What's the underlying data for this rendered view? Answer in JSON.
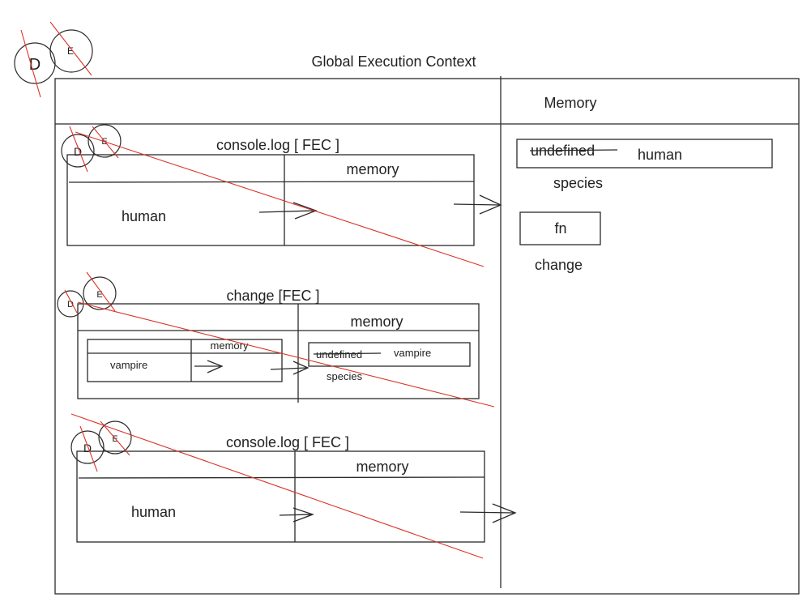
{
  "title": "Global Execution Context",
  "gec_memory_label": "Memory",
  "gec_memory": {
    "species_old_value": "undefined",
    "species_value": "human",
    "species_name": "species",
    "change_value": "fn",
    "change_name": "change"
  },
  "contexts": [
    {
      "title": "console.log [ FEC ]",
      "memory_label": "memory",
      "code_text": "human",
      "markers": [
        "D",
        "E"
      ]
    },
    {
      "title": "change [FEC ]",
      "memory_label": "memory",
      "markers": [
        "D",
        "E"
      ],
      "inner": {
        "memory_label": "memory",
        "code_text": "vampire"
      },
      "memory_old_value": "undefined",
      "memory_value": "vampire",
      "memory_name": "species"
    },
    {
      "title": "console.log [ FEC ]",
      "memory_label": "memory",
      "code_text": "human",
      "markers": [
        "D",
        "E"
      ]
    }
  ],
  "corner_markers": [
    "D",
    "E"
  ],
  "colors": {
    "ink": "#2a2a2a",
    "strike": "#d9342b"
  }
}
